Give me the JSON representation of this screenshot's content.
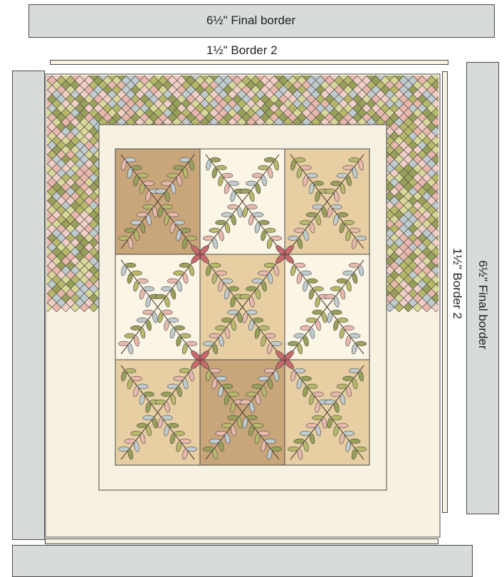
{
  "labels": {
    "top_final_border": "6½\" Final border",
    "top_border2": "1½\" Border 2",
    "right_final_border": "6½\" Final border",
    "right_border2": "1½\" Border 2"
  },
  "colors": {
    "final_border": "#d7dcd8",
    "cream": "#f7f1e1",
    "block_light": "#fbf5e6",
    "block_tan": "#e7cfa3",
    "block_dark": "#c9a57a",
    "leaf_green": "#b7b86a",
    "leaf_pink": "#e9b8ac",
    "leaf_blue": "#bfcbcc",
    "leaf_olive": "#99a05a",
    "flower": "#c8696b",
    "outline": "#4a4a4a"
  },
  "blocks": [
    [
      "dark",
      "light",
      "tan"
    ],
    [
      "light",
      "tan",
      "light"
    ],
    [
      "tan",
      "dark",
      "tan"
    ]
  ],
  "checker_palette": [
    "#b7b86a",
    "#e9b8ac",
    "#bfcbcc",
    "#d9d89a",
    "#99a05a",
    "#f0cfc6"
  ]
}
